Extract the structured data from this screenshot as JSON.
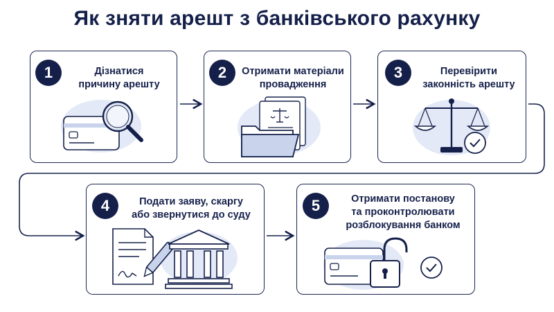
{
  "title": "Як зняти арешт з банківського рахунку",
  "steps": [
    {
      "number": "1",
      "line1": "Дізнатися",
      "line2": "причину арешту",
      "line3": ""
    },
    {
      "number": "2",
      "line1": "Отримати матеріали",
      "line2": "провадження",
      "line3": ""
    },
    {
      "number": "3",
      "line1": "Перевірити",
      "line2": "законність арешту",
      "line3": ""
    },
    {
      "number": "4",
      "line1": "Подати заяву, скаргу",
      "line2": "або звернутися до суду",
      "line3": ""
    },
    {
      "number": "5",
      "line1": "Отримати постанову",
      "line2": "та проконтролювати",
      "line3": "розблокування банком"
    }
  ],
  "colors": {
    "navy": "#15204a",
    "light_blue": "#e3e9f6",
    "mid_blue": "#c9d4ec"
  },
  "icons": [
    "card-icon",
    "magnifier-icon",
    "folder-icon",
    "scales-icon",
    "check-icon",
    "document-pen-icon",
    "courthouse-icon",
    "padlock-icon"
  ]
}
